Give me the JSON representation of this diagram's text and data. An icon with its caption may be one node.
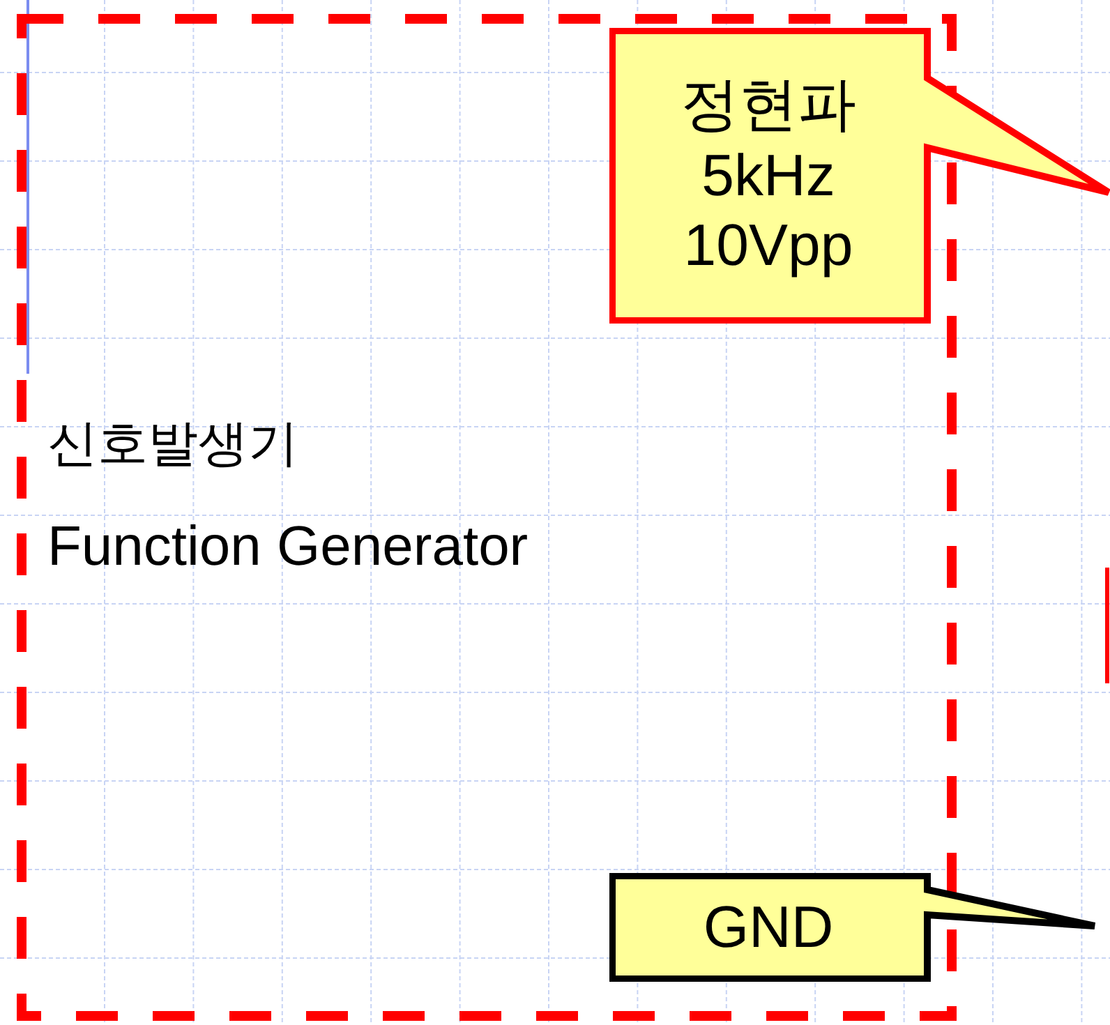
{
  "diagram": {
    "nodes": [
      {
        "text": [
          "신호발생기",
          "Function Generator"
        ]
      },
      {
        "text": [
          "정현파 5kHz 10Vpp"
        ]
      },
      {
        "text": [
          "GND"
        ]
      }
    ]
  }
}
